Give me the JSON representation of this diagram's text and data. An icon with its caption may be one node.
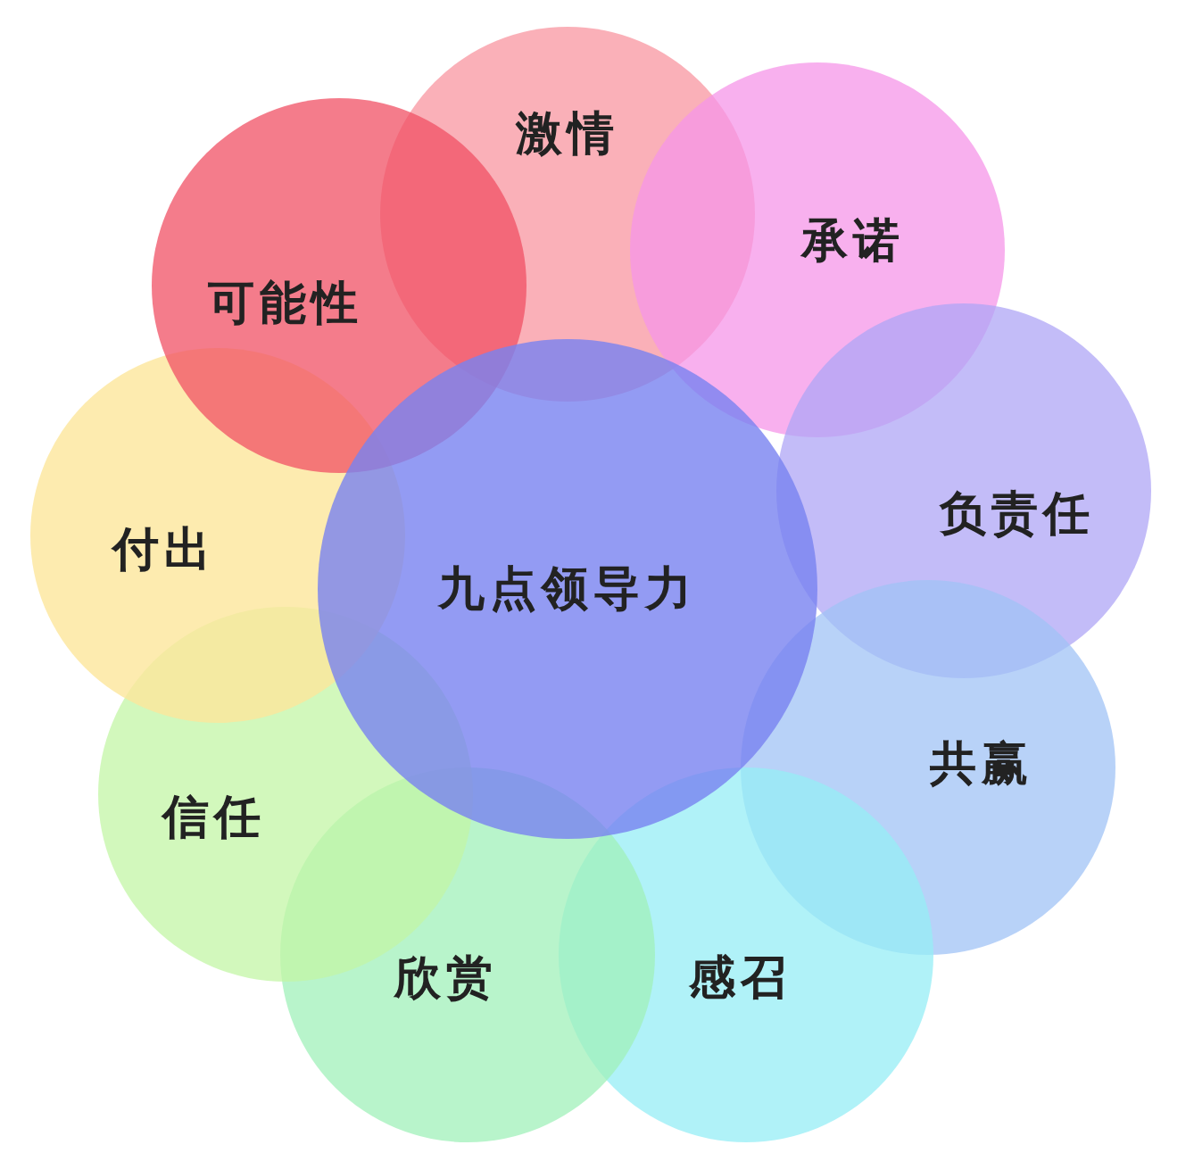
{
  "diagram": {
    "nodes": [
      {
        "text": [
          "九点领导力"
        ]
      },
      {
        "text": [
          "激情"
        ]
      },
      {
        "text": [
          "承诺"
        ]
      },
      {
        "text": [
          "负责任"
        ]
      },
      {
        "text": [
          "共赢"
        ]
      },
      {
        "text": [
          "感召"
        ]
      },
      {
        "text": [
          "欣赏"
        ]
      },
      {
        "text": [
          "信任"
        ]
      },
      {
        "text": [
          "付出"
        ]
      },
      {
        "text": [
          "可能性"
        ]
      }
    ]
  }
}
